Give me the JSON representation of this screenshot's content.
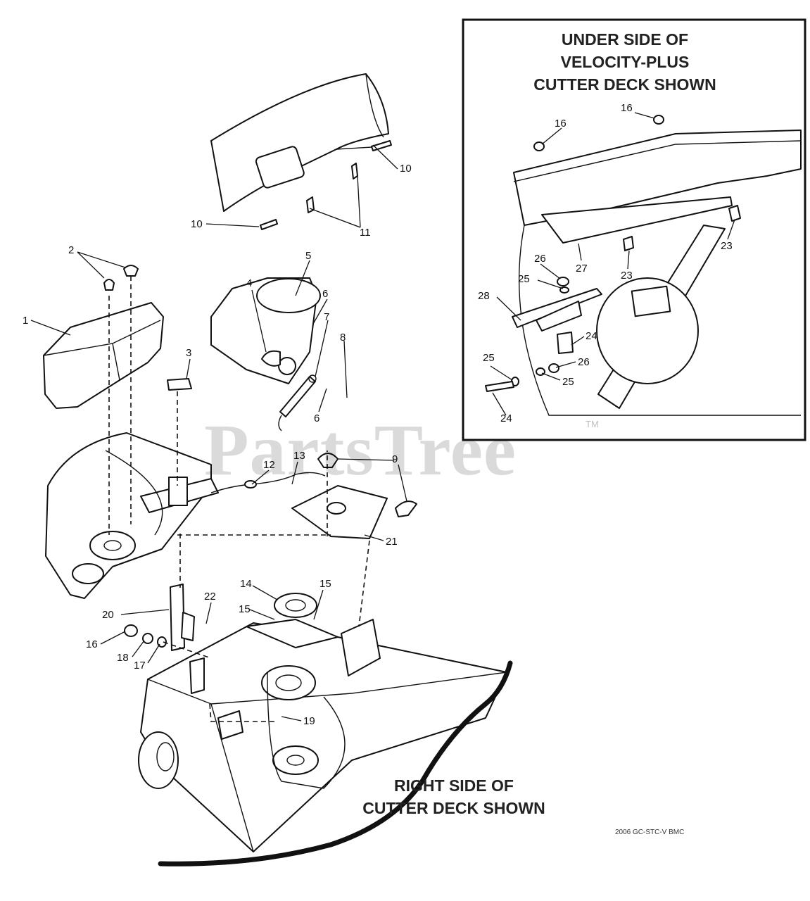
{
  "inset_title_lines": [
    "UNDER SIDE OF",
    "VELOCITY-PLUS",
    "CUTTER DECK SHOWN"
  ],
  "main_title_lines": [
    "RIGHT SIDE OF",
    "CUTTER DECK SHOWN"
  ],
  "drawing_code": "2006 GC-STC-V BMC",
  "watermark": "PartsTree",
  "watermark_tm": "TM",
  "callouts": [
    "1",
    "2",
    "3",
    "4",
    "5",
    "6",
    "6",
    "7",
    "8",
    "9",
    "10",
    "10",
    "11",
    "12",
    "13",
    "14",
    "15",
    "15",
    "16",
    "17",
    "18",
    "19",
    "20",
    "21",
    "22",
    "16",
    "16",
    "23",
    "23",
    "24",
    "24",
    "25",
    "25",
    "25",
    "26",
    "26",
    "27",
    "28"
  ]
}
